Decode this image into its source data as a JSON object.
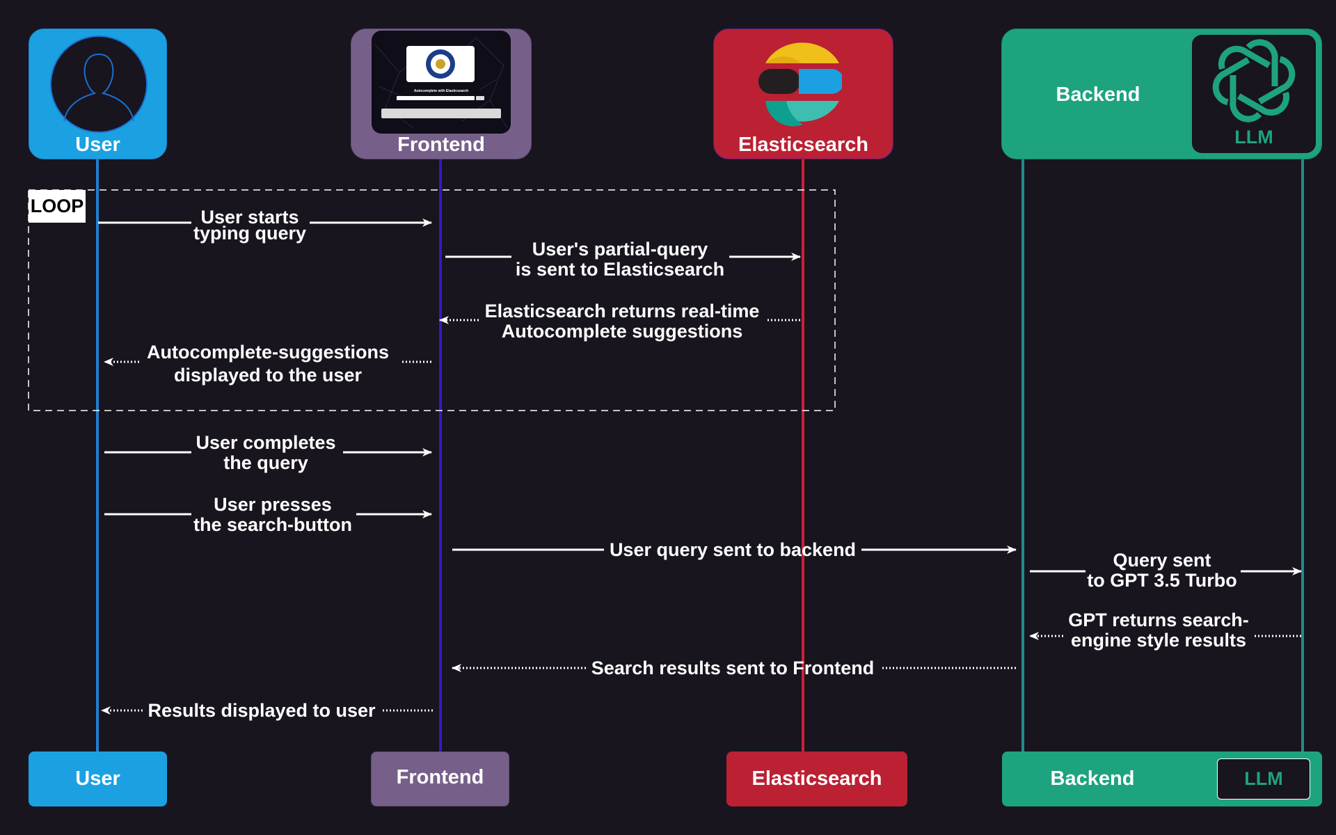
{
  "participants": {
    "user": {
      "label": "User",
      "color": "#1ba1e2"
    },
    "frontend": {
      "label": "Frontend",
      "color": "#76608a"
    },
    "elasticsearch": {
      "label": "Elasticsearch",
      "color": "#bb2033"
    },
    "backend": {
      "label": "Backend",
      "color": "#1ea37f"
    },
    "llm": {
      "label": "LLM",
      "color": "#1ea37f"
    }
  },
  "frontend_thumbnail": {
    "caption": "Autocomplete with Elasticsearch"
  },
  "loop": {
    "label": "LOOP"
  },
  "messages": {
    "m1": {
      "line1": "User starts",
      "line2": "typing query",
      "style": "solid"
    },
    "m2": {
      "line1": "User's partial-query",
      "line2": "is sent to Elasticsearch",
      "style": "solid"
    },
    "m3": {
      "line1": "Elasticsearch returns real-time",
      "line2": "Autocomplete suggestions",
      "style": "dotted"
    },
    "m4": {
      "line1": "Autocomplete-suggestions",
      "line2": "displayed to the user",
      "style": "dotted"
    },
    "m5": {
      "line1": "User completes",
      "line2": "the query",
      "style": "solid"
    },
    "m6": {
      "line1": "User presses",
      "line2": "the search-button",
      "style": "solid"
    },
    "m7": {
      "line1": "User query sent to backend",
      "style": "solid"
    },
    "m8": {
      "line1": "Query sent",
      "line2": "to GPT 3.5 Turbo",
      "style": "solid"
    },
    "m9": {
      "line1": "GPT returns search-",
      "line2": "engine style results",
      "style": "dotted"
    },
    "m10": {
      "line1": "Search results sent to Frontend",
      "style": "dotted"
    },
    "m11": {
      "line1": "Results displayed to user",
      "style": "dotted"
    }
  },
  "icons": {
    "user": "user-silhouette-icon",
    "frontend": "app-screenshot-thumbnail",
    "elasticsearch": "elasticsearch-logo-icon",
    "llm": "openai-logo-icon"
  }
}
